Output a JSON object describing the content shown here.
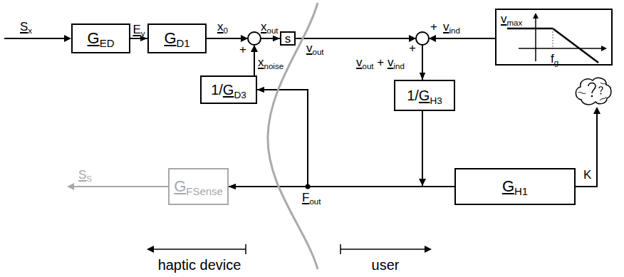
{
  "diagram": {
    "nodes": [
      {
        "text": [
          "GED"
        ]
      },
      {
        "text": [
          "GD1"
        ]
      },
      {
        "text": [
          "1/GD3"
        ]
      },
      {
        "text": [
          "s"
        ]
      },
      {
        "text": [
          "vmax",
          "fg"
        ]
      },
      {
        "text": [
          "1/GH3"
        ]
      },
      {
        "text": [
          "GH1"
        ]
      },
      {
        "text": [
          "GFSense"
        ]
      }
    ],
    "edges": [
      {
        "from": 0,
        "to": 1,
        "arrow": "to",
        "label": "Ev"
      },
      {
        "from": 1,
        "to": 3,
        "arrow": "to"
      },
      {
        "from": 2,
        "to": 3,
        "arrow": "to"
      },
      {
        "from": 3,
        "to": 5,
        "arrow": "to"
      },
      {
        "from": 4,
        "to": 5,
        "arrow": "to"
      },
      {
        "from": 5,
        "to": 7,
        "arrow": "to"
      },
      {
        "from": 5,
        "to": 2,
        "arrow": "to"
      },
      {
        "from": 6,
        "to": 7,
        "arrow": "to"
      },
      {
        "from": 6,
        "to": 2,
        "arrow": "to"
      }
    ],
    "labels": [
      "Sx",
      "x0",
      "+",
      "xnoise",
      "xout",
      "vout",
      "+",
      "vind",
      "+",
      "vout + vind",
      "Fout",
      "SS",
      "K",
      "haptic device",
      "user"
    ]
  }
}
